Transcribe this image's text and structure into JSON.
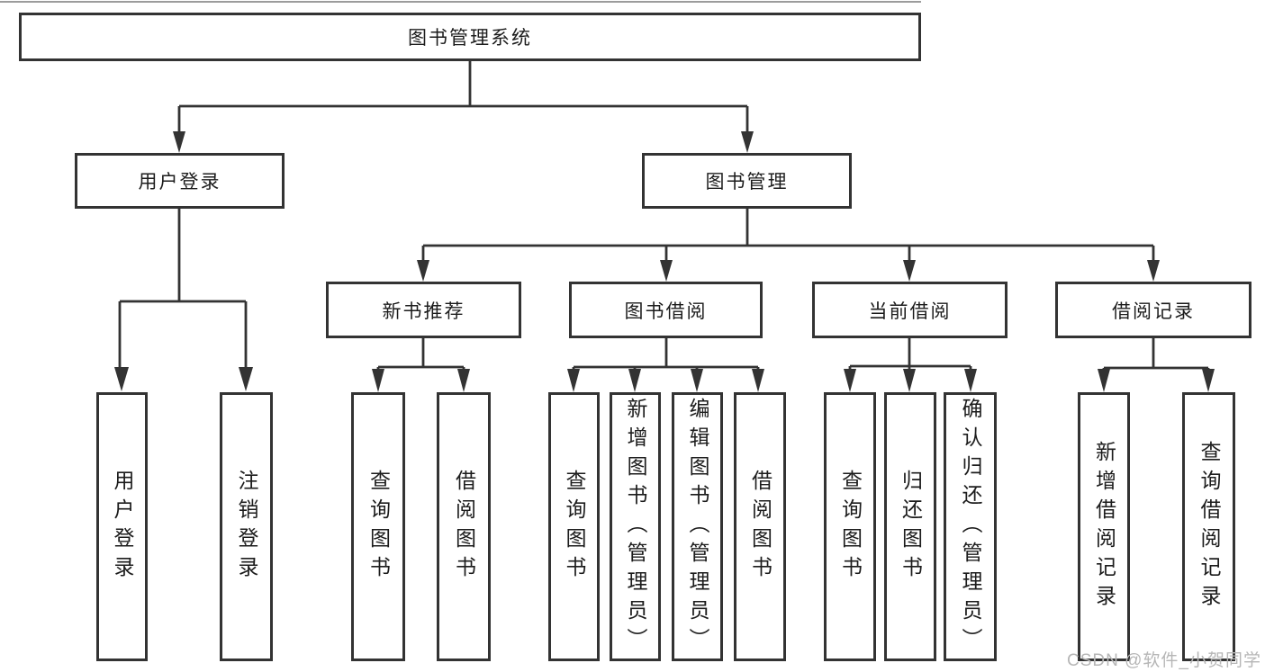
{
  "diagram": {
    "root": {
      "label": "图书管理系统"
    },
    "level2": [
      {
        "label": "用户登录",
        "parent": "图书管理系统"
      },
      {
        "label": "图书管理",
        "parent": "图书管理系统"
      }
    ],
    "level3": [
      {
        "label": "新书推荐",
        "parent": "图书管理"
      },
      {
        "label": "图书借阅",
        "parent": "图书管理"
      },
      {
        "label": "当前借阅",
        "parent": "图书管理"
      },
      {
        "label": "借阅记录",
        "parent": "图书管理"
      }
    ],
    "leaves": [
      {
        "label": "用户登录",
        "parent": "用户登录"
      },
      {
        "label": "注销登录",
        "parent": "用户登录"
      },
      {
        "label": "查询图书",
        "parent": "新书推荐"
      },
      {
        "label": "借阅图书",
        "parent": "新书推荐"
      },
      {
        "label": "查询图书",
        "parent": "图书借阅"
      },
      {
        "label": "新增图书（管理员）",
        "parent": "图书借阅"
      },
      {
        "label": "编辑图书（管理员）",
        "parent": "图书借阅"
      },
      {
        "label": "借阅图书",
        "parent": "图书借阅"
      },
      {
        "label": "查询图书",
        "parent": "当前借阅"
      },
      {
        "label": "归还图书",
        "parent": "当前借阅"
      },
      {
        "label": "确认归还（管理员）",
        "parent": "当前借阅"
      },
      {
        "label": "新增借阅记录",
        "parent": "借阅记录"
      },
      {
        "label": "查询借阅记录",
        "parent": "借阅记录"
      }
    ],
    "watermark": "CSDN @软件_小贺同学",
    "colors": {
      "line": "#333333",
      "box_border": "#333333",
      "text": "#1c1c1c",
      "watermark": "#b6b6b6",
      "background": "#ffffff"
    }
  }
}
